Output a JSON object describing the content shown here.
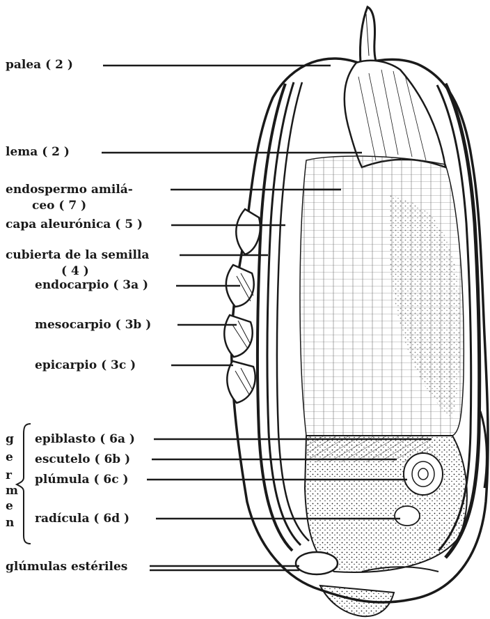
{
  "labels": {
    "palea": "palea  ( 2 )",
    "lema": "lema  ( 2 )",
    "endospermo_line1": "endospermo amilá-",
    "endospermo_line2": "ceo  ( 7 )",
    "capa_aleuronica": "capa aleurónica ( 5 )",
    "cubierta_line1": "cubierta de la semilla",
    "cubierta_line2": "( 4 )",
    "endocarpio": "endocarpio  ( 3a )",
    "mesocarpio": "mesocarpio  ( 3b )",
    "epicarpio": "epicarpio  ( 3c )",
    "epiblasto": "epiblasto  ( 6a )",
    "escutelo": "escutelo  ( 6b )",
    "plumula": "plúmula  ( 6c )",
    "radicula": "radícula  ( 6d )",
    "glumulas": "glúmulas estériles"
  },
  "germen_letters": [
    "g",
    "e",
    "r",
    "m",
    "e",
    "n"
  ],
  "colors": {
    "ink": "#1a1a1a",
    "paper": "#ffffff"
  }
}
